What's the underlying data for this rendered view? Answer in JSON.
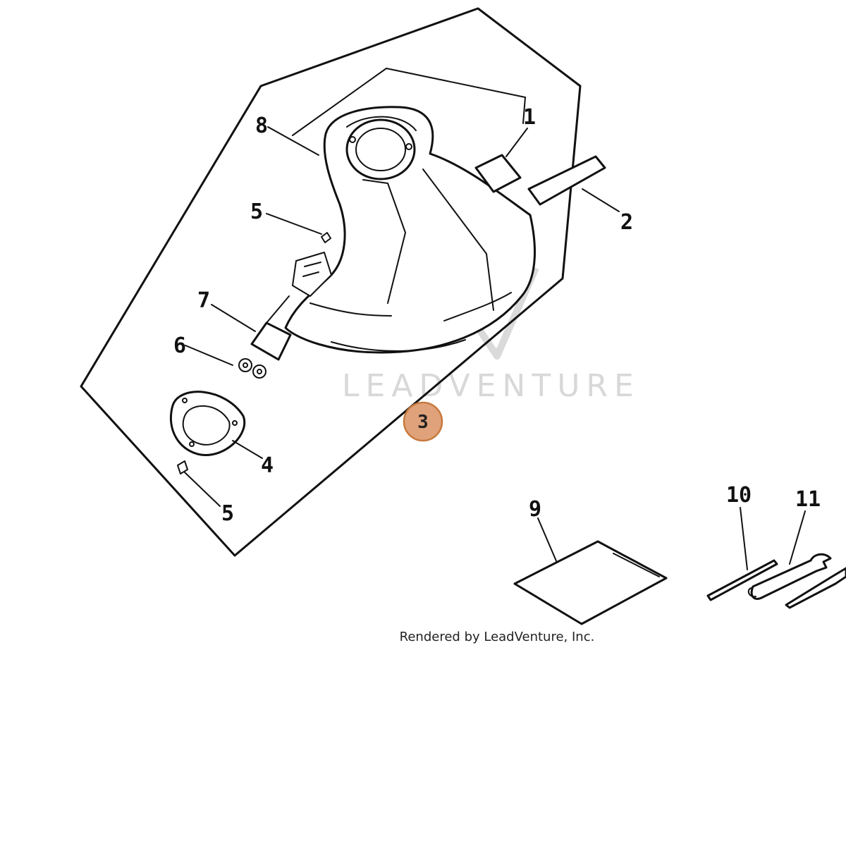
{
  "diagram": {
    "callouts": [
      "1",
      "2",
      "3",
      "4",
      "5",
      "5",
      "6",
      "7",
      "8",
      "9",
      "10",
      "11"
    ],
    "highlighted_callout": "3",
    "highlight_color": "#e0a27a",
    "watermark": "LEADVENTURE",
    "credit": "Rendered by LeadVenture, Inc."
  }
}
